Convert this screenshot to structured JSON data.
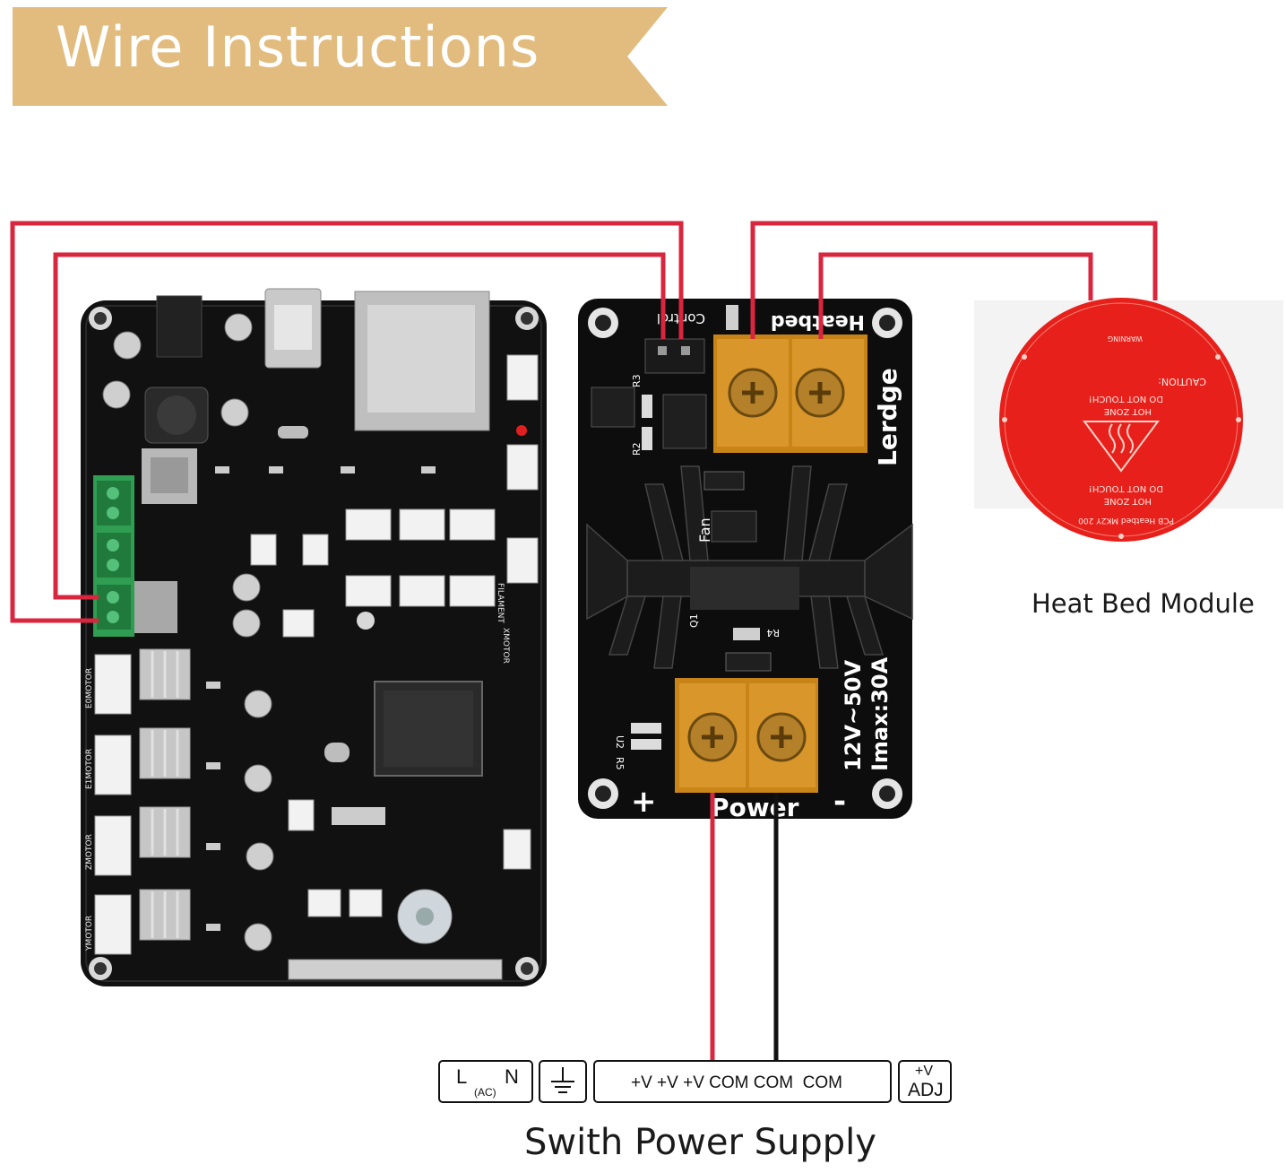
{
  "header": {
    "title": "Wire Instructions"
  },
  "mainboard": {
    "labels": [
      "E0MOTOR",
      "E1MOTOR",
      "ZMOTOR",
      "YMOTOR",
      "XMOTOR",
      "FILAMENT"
    ]
  },
  "mosfet_module": {
    "heatbed_label": "Heatbed",
    "control_label": "Control",
    "brand": "Lerdge",
    "fan_label": "Fan",
    "voltage": "12V~50V",
    "current": "Imax:30A",
    "power_label": "Power",
    "plus": "+",
    "minus": "-",
    "parts": [
      "R3",
      "R2",
      "Q1",
      "R4",
      "U2",
      "R5"
    ]
  },
  "heat_bed": {
    "caption": "Heat Bed Module",
    "caution": "CAUTION:",
    "hot_zone": "HOT ZONE",
    "do_not_touch": "DO NOT TOUCH!",
    "warning": "WARNING",
    "model": "PCB Heatbed MK2Y 200"
  },
  "power_supply": {
    "caption": "Swith Power Supply",
    "L": "L",
    "N": "N",
    "ac": "(AC)",
    "terminals": "+V +V +V COM COM  COM",
    "adj_top": "+V",
    "adj_bottom": "ADJ"
  },
  "colors": {
    "wire_red": "#d9263f",
    "wire_black": "#111111",
    "banner": "#e2bc7e",
    "board": "#111111",
    "bed": "#e8201b"
  }
}
